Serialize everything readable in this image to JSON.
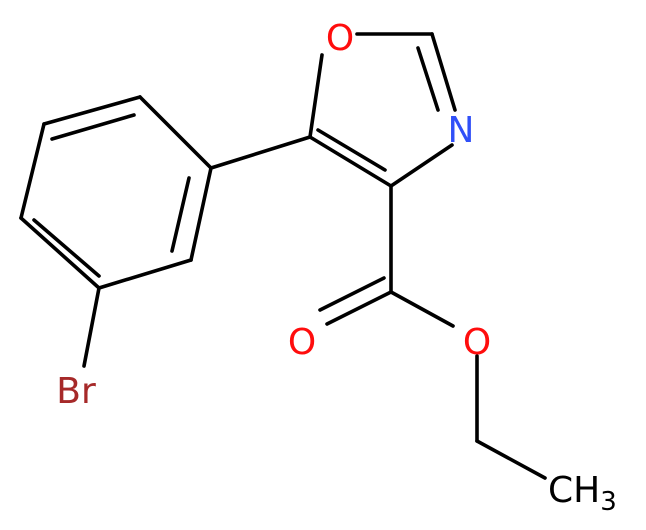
{
  "molecule": {
    "atoms": {
      "ring_oxygen": "O",
      "ring_nitrogen": "N",
      "carbonyl_oxygen": "O",
      "ester_oxygen": "O",
      "bromine": "Br",
      "methyl_main": "CH",
      "methyl_subscript": "3"
    }
  },
  "colors": {
    "bond": "#000000",
    "oxygen": "#ff0d0d",
    "nitrogen": "#3050f8",
    "bromine": "#a62929",
    "carbon_label": "#000000"
  }
}
